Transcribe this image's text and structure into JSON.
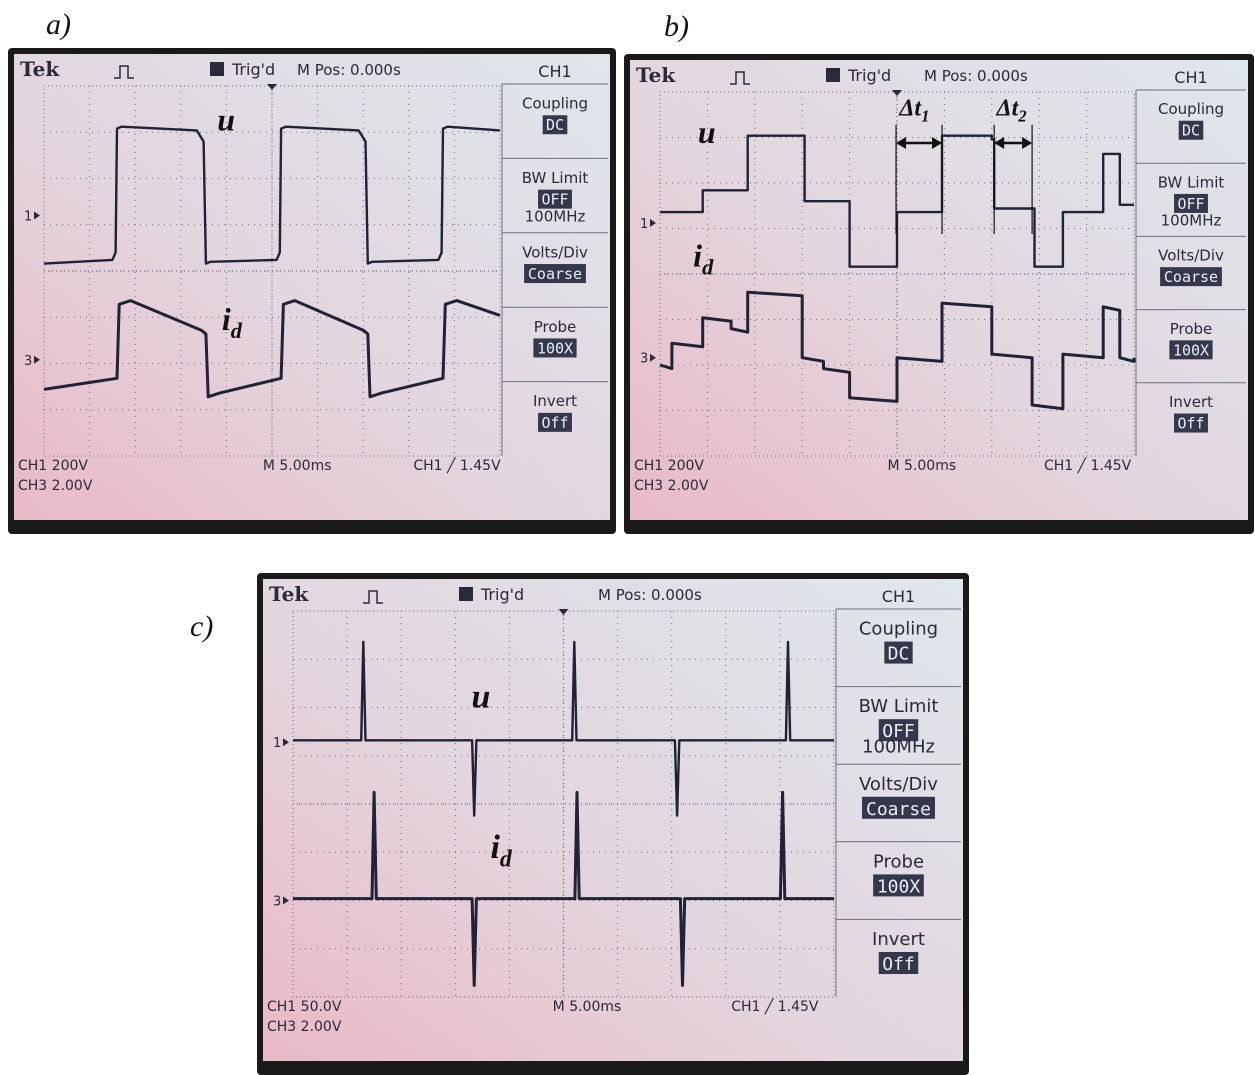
{
  "labels": {
    "a": "a)",
    "b": "b)",
    "c": "c)"
  },
  "scope": {
    "brand": "Tek",
    "trig_status": "Trig'd",
    "mpos": "M Pos: 0.000s",
    "channel_title": "CH1",
    "timebase": "M 5.00ms",
    "trigger": "CH1 ╱ 1.45V",
    "ch3_scale": "CH3  2.00V",
    "ch1_marker": "1",
    "ch3_marker": "3",
    "menu": {
      "coupling_label": "Coupling",
      "coupling_value": "DC",
      "bw_label": "BW Limit",
      "bw_value": "OFF",
      "bw_freq": "100MHz",
      "volts_label": "Volts/Div",
      "volts_value": "Coarse",
      "probe_label": "Probe",
      "probe_value": "100X",
      "invert_label": "Invert",
      "invert_value": "Off"
    },
    "colors": {
      "screen_light": "#dfe6ec",
      "screen_pink": "#e9b9c6",
      "trace": "#1f2333",
      "menu_box": "#34384a",
      "bezel": "#1a1a1a"
    }
  },
  "panels": {
    "a": {
      "ch1_scale": "CH1  200V",
      "u_label": "u",
      "id_label": "i",
      "id_sub": "d"
    },
    "b": {
      "ch1_scale": "CH1  200V",
      "u_label": "u",
      "id_label": "i",
      "id_sub": "d",
      "dt1_label": "Δt",
      "dt1_sub": "1",
      "dt2_label": "Δt",
      "dt2_sub": "2"
    },
    "c": {
      "ch1_scale": "CH1  50.0V",
      "u_label": "u",
      "id_label": "i",
      "id_sub": "d"
    }
  }
}
